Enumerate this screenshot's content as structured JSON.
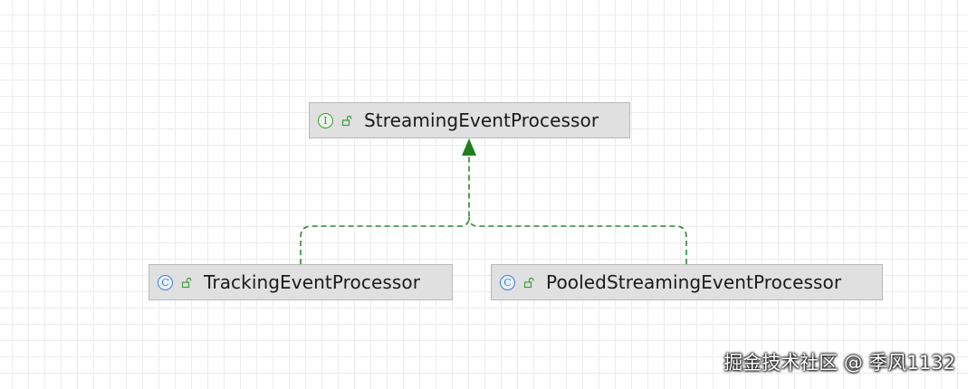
{
  "diagram": {
    "interface_node": {
      "label": "StreamingEventProcessor",
      "kind": "interface",
      "kind_glyph": "I",
      "icon": "interface-icon",
      "visibility_icon": "public-lock-icon"
    },
    "implementations": [
      {
        "label": "TrackingEventProcessor",
        "kind": "class",
        "kind_glyph": "C",
        "icon": "class-icon",
        "visibility_icon": "public-lock-icon"
      },
      {
        "label": "PooledStreamingEventProcessor",
        "kind": "class",
        "kind_glyph": "C",
        "icon": "class-icon",
        "visibility_icon": "public-lock-icon"
      }
    ],
    "relation": "implements",
    "colors": {
      "relation_line": "#2b8a2b",
      "interface_icon": "#3f9b3f",
      "class_icon": "#3e7fd1",
      "node_fill": "#e0e0e0",
      "node_border": "#b9b9b9"
    }
  },
  "watermark": {
    "text": "掘金技术社区 @ 季风1132"
  }
}
